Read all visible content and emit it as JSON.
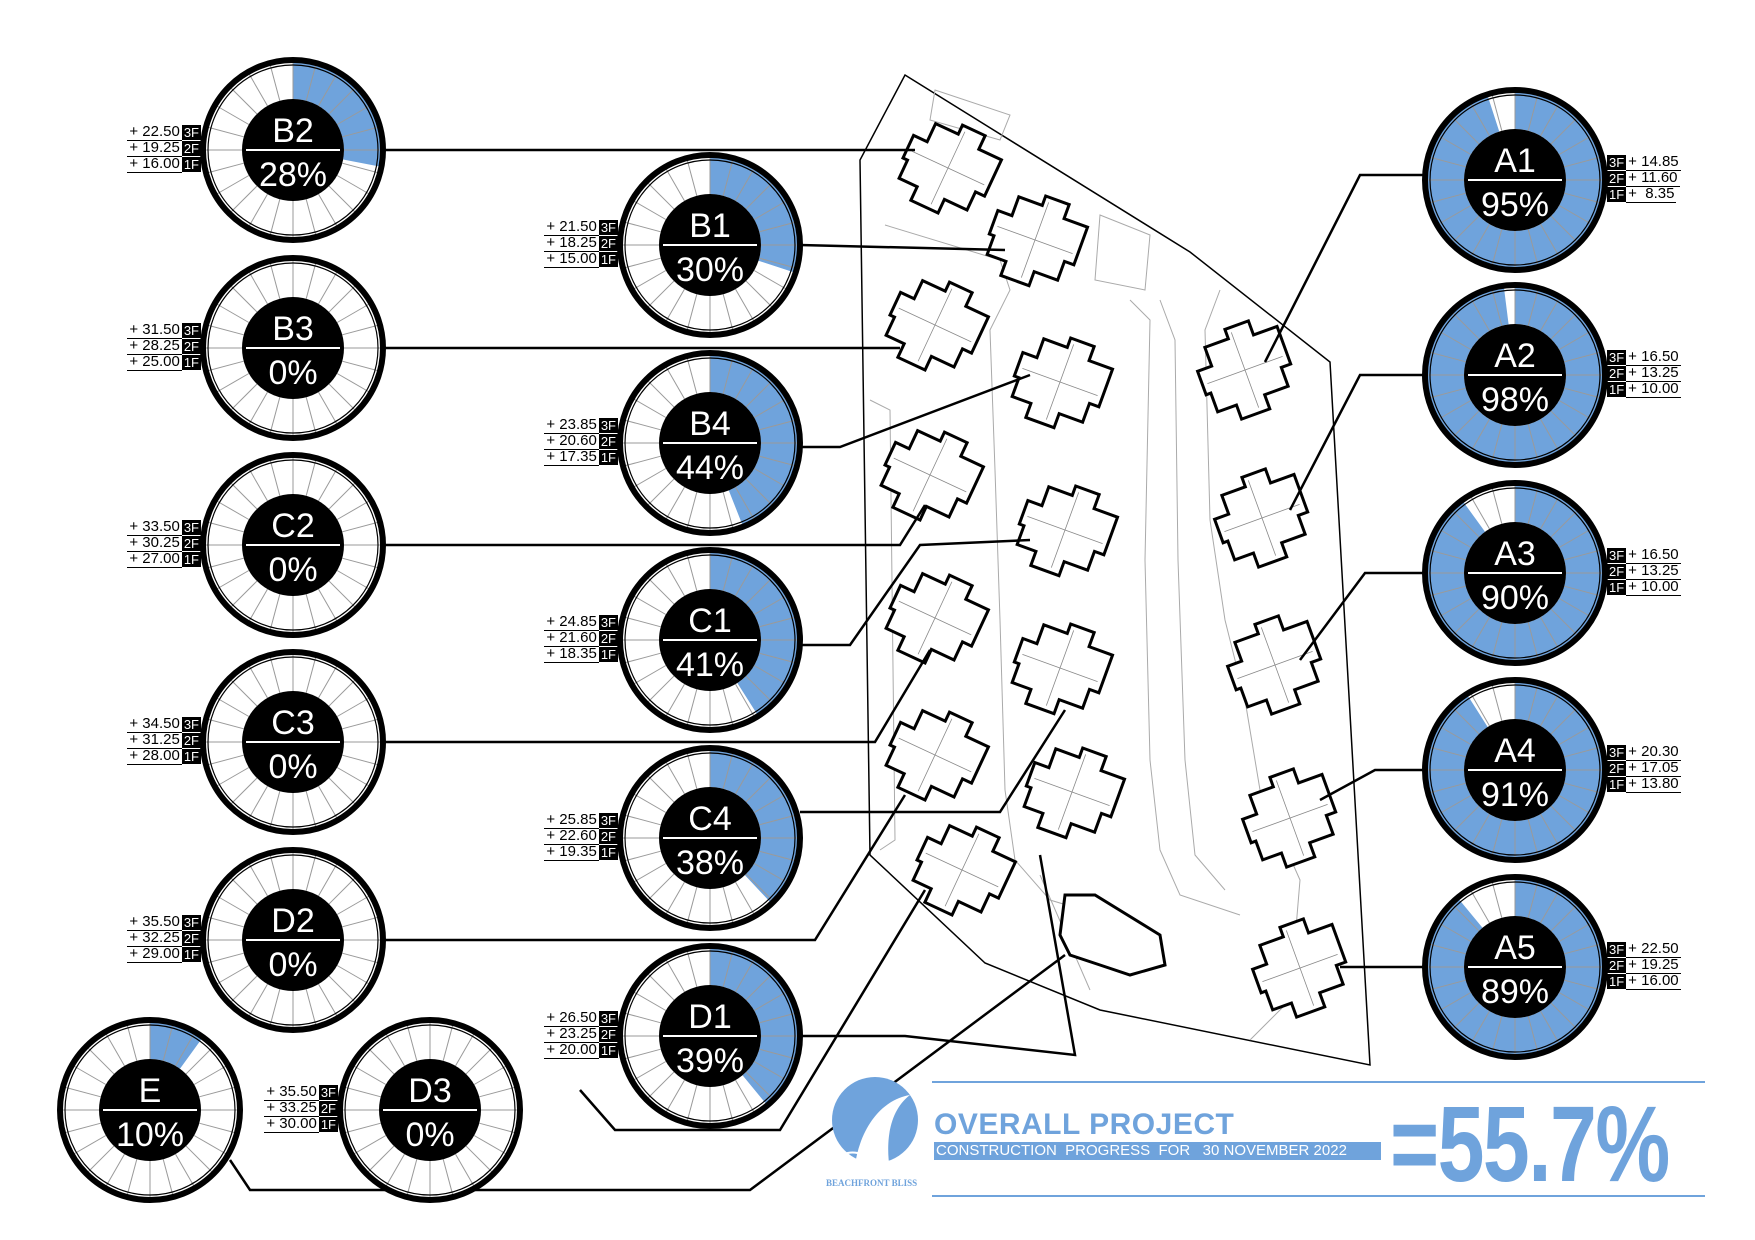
{
  "units": [
    {
      "id": "B2",
      "pct": "28%",
      "progress": 0.28,
      "levels": {
        "3F": "+ 22.50",
        "2F": "+ 19.25",
        "1F": "+ 16.00"
      }
    },
    {
      "id": "B3",
      "pct": "0%",
      "progress": 0,
      "levels": {
        "3F": "+ 31.50",
        "2F": "+ 28.25",
        "1F": "+ 25.00"
      }
    },
    {
      "id": "C2",
      "pct": "0%",
      "progress": 0,
      "levels": {
        "3F": "+ 33.50",
        "2F": "+ 30.25",
        "1F": "+ 27.00"
      }
    },
    {
      "id": "C3",
      "pct": "0%",
      "progress": 0,
      "levels": {
        "3F": "+ 34.50",
        "2F": "+ 31.25",
        "1F": "+ 28.00"
      }
    },
    {
      "id": "D2",
      "pct": "0%",
      "progress": 0,
      "levels": {
        "3F": "+ 35.50",
        "2F": "+ 32.25",
        "1F": "+ 29.00"
      }
    },
    {
      "id": "E",
      "pct": "10%",
      "progress": 0.1,
      "levels": null
    },
    {
      "id": "D3",
      "pct": "0%",
      "progress": 0,
      "levels": {
        "3F": "+ 35.50",
        "2F": "+ 33.25",
        "1F": "+ 30.00"
      }
    },
    {
      "id": "B1",
      "pct": "30%",
      "progress": 0.3,
      "levels": {
        "3F": "+ 21.50",
        "2F": "+ 18.25",
        "1F": "+ 15.00"
      }
    },
    {
      "id": "B4",
      "pct": "44%",
      "progress": 0.44,
      "levels": {
        "3F": "+ 23.85",
        "2F": "+ 20.60",
        "1F": "+ 17.35"
      }
    },
    {
      "id": "C1",
      "pct": "41%",
      "progress": 0.41,
      "levels": {
        "3F": "+ 24.85",
        "2F": "+ 21.60",
        "1F": "+ 18.35"
      }
    },
    {
      "id": "C4",
      "pct": "38%",
      "progress": 0.38,
      "levels": {
        "3F": "+ 25.85",
        "2F": "+ 22.60",
        "1F": "+ 19.35"
      }
    },
    {
      "id": "D1",
      "pct": "39%",
      "progress": 0.39,
      "levels": {
        "3F": "+ 26.50",
        "2F": "+ 23.25",
        "1F": "+ 20.00"
      }
    },
    {
      "id": "A1",
      "pct": "95%",
      "progress": 0.95,
      "levels": {
        "3F": "+ 14.85",
        "2F": "+ 11.60",
        "1F": "+  8.35"
      }
    },
    {
      "id": "A2",
      "pct": "98%",
      "progress": 0.98,
      "levels": {
        "3F": "+ 16.50",
        "2F": "+ 13.25",
        "1F": "+ 10.00"
      }
    },
    {
      "id": "A3",
      "pct": "90%",
      "progress": 0.9,
      "levels": {
        "3F": "+ 16.50",
        "2F": "+ 13.25",
        "1F": "+ 10.00"
      }
    },
    {
      "id": "A4",
      "pct": "91%",
      "progress": 0.91,
      "levels": {
        "3F": "+ 20.30",
        "2F": "+ 17.05",
        "1F": "+ 13.80"
      }
    },
    {
      "id": "A5",
      "pct": "89%",
      "progress": 0.89,
      "levels": {
        "3F": "+ 22.50",
        "2F": "+ 19.25",
        "1F": "+ 16.00"
      }
    }
  ],
  "footer": {
    "title": "OVERALL PROJECT",
    "subtitle": "CONSTRUCTION  PROGRESS  FOR   30 NOVEMBER 2022",
    "total": "=55.7%",
    "logo_text": "BEACHFRONT BLISS"
  },
  "colors": {
    "progress": "#6fa3dc",
    "accent": "#6fa3dc",
    "ink": "#000000"
  }
}
